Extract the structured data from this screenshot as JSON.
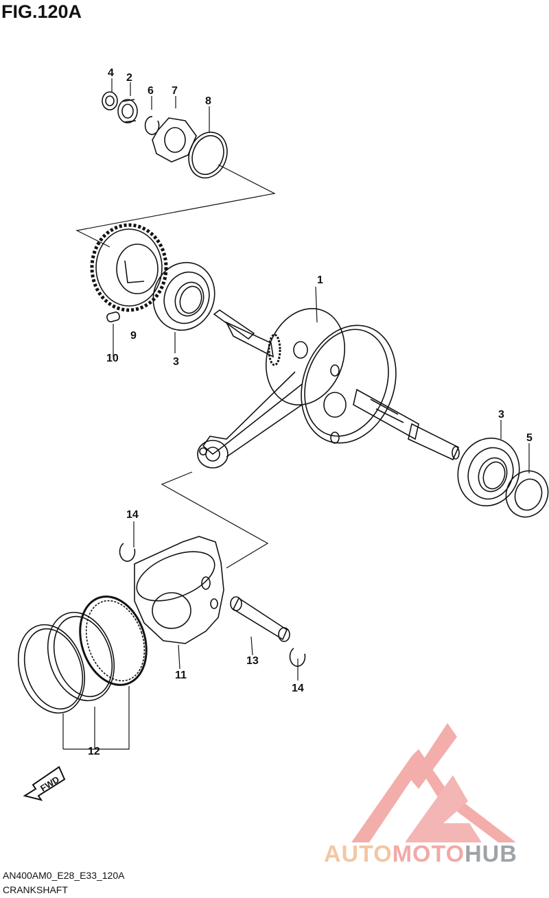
{
  "figure": {
    "title": "FIG.120A",
    "code": "AN400AM0_E28_E33_120A",
    "name": "CRANKSHAFT"
  },
  "callouts": {
    "c1": "1",
    "c2": "2",
    "c3a": "3",
    "c3b": "3",
    "c4": "4",
    "c5": "5",
    "c6": "6",
    "c7": "7",
    "c8": "8",
    "c9": "9",
    "c10": "10",
    "c11": "11",
    "c12": "12",
    "c13": "13",
    "c14a": "14",
    "c14b": "14"
  },
  "fwd_label": "FWD",
  "watermark": {
    "part1": "AUTO",
    "part2": "MOTO",
    "part3": "HUB",
    "colors": {
      "auto": "#f3c6a3",
      "moto": "#f3a9a6",
      "hub": "#9ea3a8",
      "logo": "#f3a9a6"
    }
  }
}
